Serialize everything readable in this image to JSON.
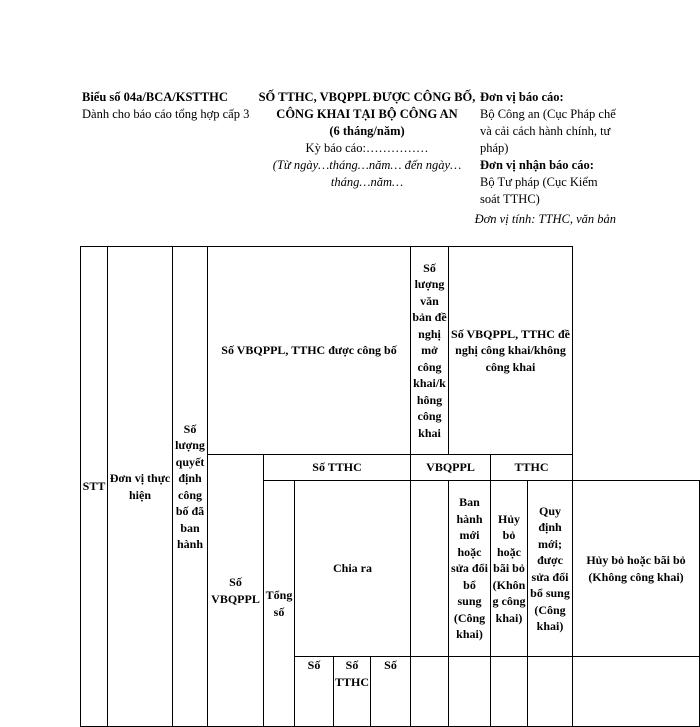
{
  "header": {
    "form_code": "Biểu số 04a/BCA/KSTTHC",
    "form_note": "Dành cho báo cáo tổng hợp cấp 3",
    "title": "SỐ TTHC, VBQPPL ĐƯỢC CÔNG BỐ, CÔNG KHAI TẠI BỘ CÔNG AN",
    "period_type": "(6 tháng/năm)",
    "report_period": "Kỳ báo cáo:……………",
    "date_range": "(Từ ngày…tháng…năm… đến ngày…tháng…năm…",
    "reporting_unit_label": "Đơn vị báo cáo:",
    "reporting_unit": "Bộ Công an (Cục Pháp chế và cải cách hành chính, tư pháp)",
    "receiving_unit_label": "Đơn vị nhận báo cáo:",
    "receiving_unit": "Bộ Tư pháp (Cục Kiểm soát TTHC)",
    "unit_of_measure": "Đơn vị tính: TTHC, văn bản"
  },
  "table": {
    "stt": "STT",
    "don_vi": "Đơn vị thực hiện",
    "so_luong_qd": "Số lượng quyết định công bố đã ban hành",
    "cong_bo": "Số VBQPPL, TTHC được công bố",
    "so_luong_de_nghi": "Số lượng văn bản đề nghị mở công khai/không công khai",
    "de_nghi": "Số VBQPPL, TTHC đề nghị công khai/không công khai",
    "so_vbqppl": "Số VBQPPL",
    "so_tthc": "Số TTHC",
    "vbqppl": "VBQPPL",
    "tthc": "TTHC",
    "tong_so": "Tổng số",
    "chia_ra": "Chia ra",
    "ban_hanh_moi": "Ban hành mới hoặc sửa đổi bổ sung (Công khai)",
    "huy_bo_vb": "Hủy bỏ hoặc bãi bỏ (Không công khai)",
    "quy_dinh_moi": "Quy định mới; được sửa đổi bổ sung (Công khai)",
    "huy_bo_tthc": "Hủy bỏ hoặc bãi bỏ (Không công khai)",
    "sub_1": "Số",
    "sub_2": "Số TTHC",
    "sub_3": "Số"
  }
}
